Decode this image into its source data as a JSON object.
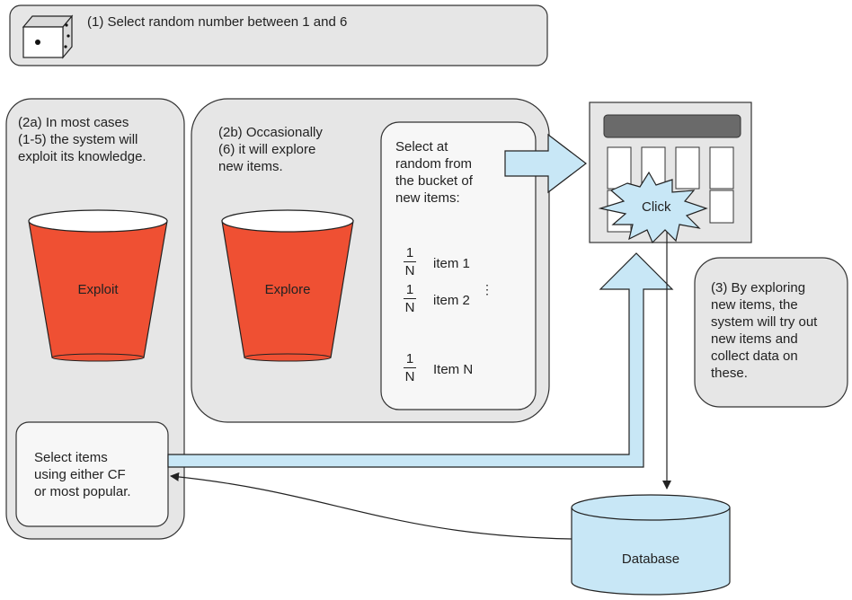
{
  "step1": {
    "text": "(1) Select random number between 1 and 6",
    "icon": "dice-icon"
  },
  "step2a": {
    "lines": [
      "(2a) In most cases",
      "(1-5) the system will",
      "exploit its knowledge."
    ],
    "bucket_label": "Exploit",
    "select_box": [
      "Select items",
      "using either CF",
      "or most popular."
    ]
  },
  "step2b": {
    "lines": [
      "(2b) Occasionally",
      "(6) it will explore",
      "new items."
    ],
    "bucket_label": "Explore",
    "random_box": {
      "lines": [
        "Select at",
        "random from",
        "the bucket of",
        "new items:"
      ],
      "items": [
        {
          "num": "1",
          "den": "N",
          "label": "item 1"
        },
        {
          "num": "1",
          "den": "N",
          "label": "item 2"
        },
        {
          "num": "1",
          "den": "N",
          "label": "Item N"
        }
      ],
      "ellipsis": "⋮"
    }
  },
  "ui": {
    "click_label": "Click"
  },
  "step3": {
    "lines": [
      "(3) By exploring",
      "new items, the",
      "system will try out",
      "new items and",
      "collect data on",
      "these."
    ]
  },
  "database": {
    "label": "Database"
  },
  "colors": {
    "bucket": "#ef5033",
    "arrow_fill": "#c8e7f6",
    "panel": "#e6e6e6",
    "box": "#f7f7f7",
    "database": "#c8e7f6"
  }
}
